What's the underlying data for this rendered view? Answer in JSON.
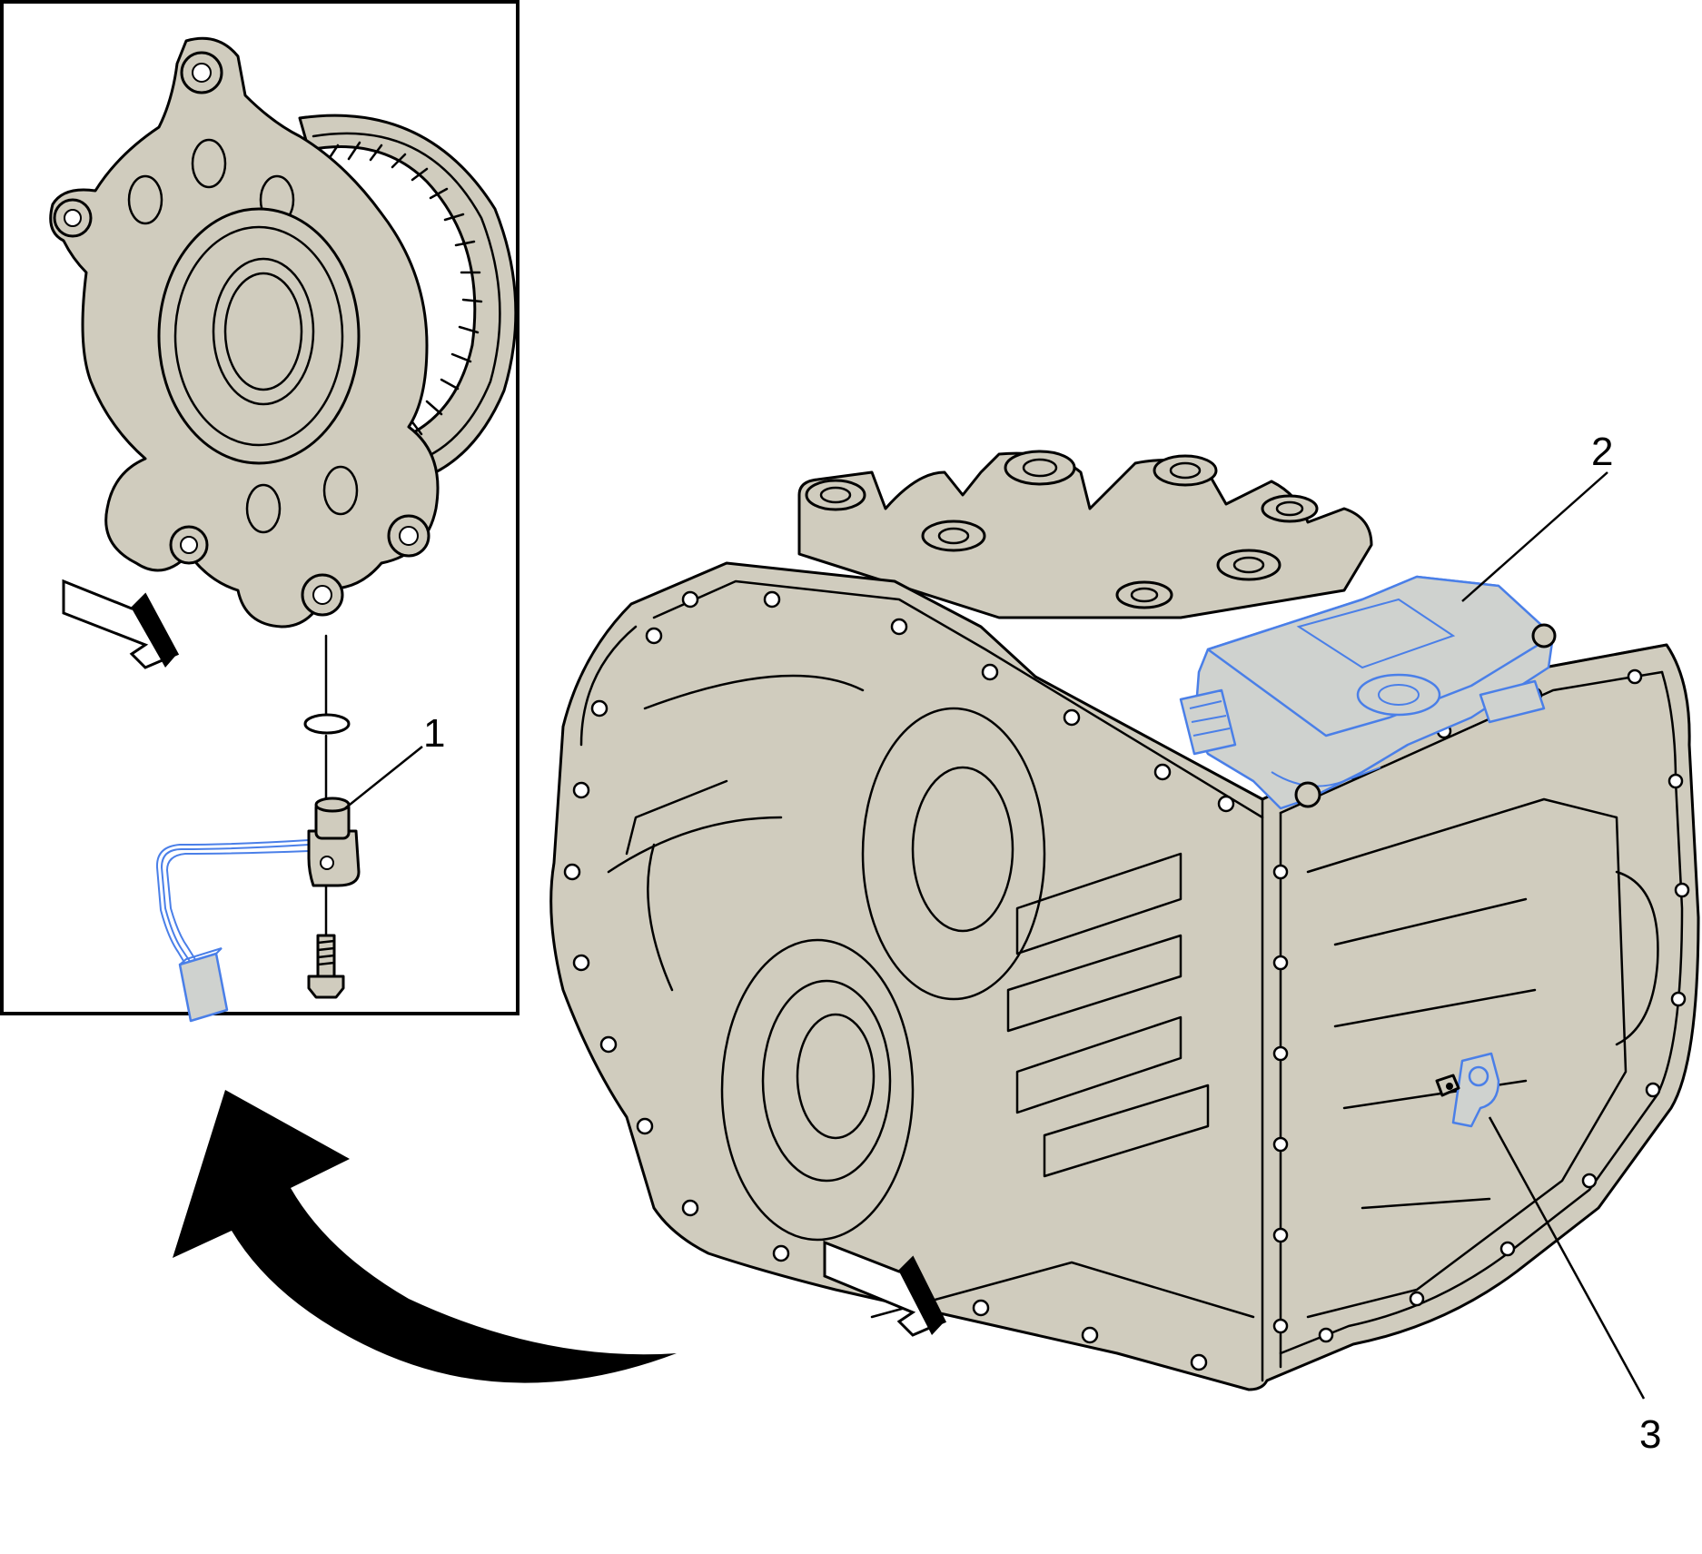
{
  "callouts": {
    "c1": "1",
    "c2": "2",
    "c3": "3"
  },
  "colors": {
    "part_fill": "#d0ccbe",
    "highlight_stroke": "#4a7fe8",
    "outline": "#000000"
  },
  "icons": {
    "view_direction": "view-direction-arrow-icon",
    "relocation": "curved-arrow-icon"
  }
}
